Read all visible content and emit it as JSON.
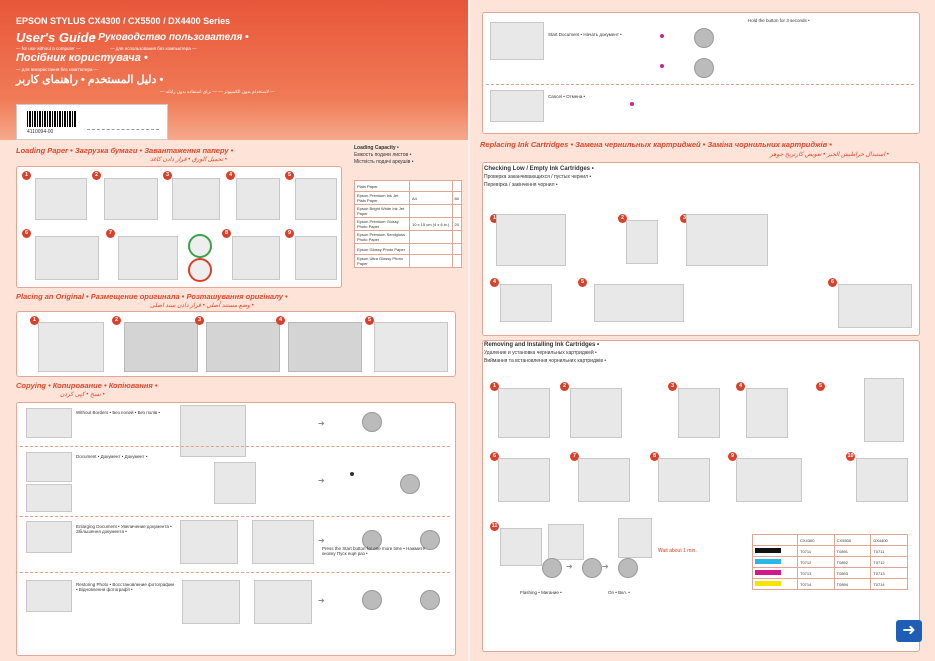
{
  "header": {
    "model": "EPSON STYLUS CX4300 / CX5500 / DX4400 Series",
    "title_en": "User's Guide",
    "title_ru": "• Руководство пользователя •",
    "title_uk": "Посібник користувача •",
    "title_ar": "دليل المستخدم • راهنمای کاربر •",
    "sub_en": "— for use without a computer —",
    "sub_ru": "— для использования без компьютера —",
    "sub_uk": "— для використання без комп'ютера —",
    "sub_ar": "— لاستخدام بدون الكمبيوتر — — برای استفاده بدون رایانه —",
    "barcode_number": "4110094-00"
  },
  "loading_paper": {
    "heading": "Loading Paper • Загрузка бумаги • Завантаження паперу •",
    "heading_ar": "تحميل الورق • قرار دادن کاغذ •",
    "steps": [
      "1",
      "2",
      "3",
      "4",
      "5",
      "6",
      "7",
      "8",
      "9"
    ],
    "capacity_title": "Loading Capacity •",
    "capacity_title_ru": "Емкость подачи листов •",
    "capacity_title_uk": "Місткість подачі аркушів •",
    "capacity_rows": [
      {
        "paper": "Plain Paper",
        "a": "",
        "b": ""
      },
      {
        "paper": "Epson Premium Ink Jet Plain Paper",
        "a": "A4",
        "b": "80"
      },
      {
        "paper": "Epson Bright White Ink Jet Paper",
        "a": "",
        "b": ""
      },
      {
        "paper": "Epson Premium Glossy Photo Paper",
        "a": "10 x 15 cm (4 x 6 in.)",
        "b": "20"
      },
      {
        "paper": "Epson Premium Semigloss Photo Paper",
        "a": "",
        "b": ""
      },
      {
        "paper": "Epson Glossy Photo Paper",
        "a": "",
        "b": ""
      },
      {
        "paper": "Epson Ultra Glossy Photo Paper",
        "a": "",
        "b": ""
      }
    ]
  },
  "placing_original": {
    "heading": "Placing an Original • Размещение оригинала • Розташування оригіналу •",
    "heading_ar": "وضع مستند أصلي • قرار دادن سند اصلی •",
    "steps": [
      "1",
      "2",
      "3",
      "4",
      "5"
    ]
  },
  "copying": {
    "heading": "Copying • Копирование • Копіювання •",
    "heading_ar": "نسخ • کپی کردن •",
    "rows": [
      {
        "text": "Without Borders • Без полей • Без полів •"
      },
      {
        "text": "Document • Документ • Документ •"
      },
      {
        "text": "Enlarging Document • Увеличение документа • Збільшення документа •"
      },
      {
        "text": "Restoring Photo • Восстановление фотографии • Відновлення фотографії •"
      }
    ],
    "footnote": "Press the Start button for one more time • Нажмите кнопку Пуск ещё раз •"
  },
  "top_right": {
    "note": "Hold the button for 3 seconds •",
    "copy_label": "Start Document • Начать документ •",
    "cancel_label": "Cancel • Отмена •"
  },
  "ink": {
    "heading": "Replacing Ink Cartridges • Замена чернильных картриджей • Заміна чорнильних картриджів •",
    "heading_ar": "استبدال خراطيش الحبر • تعويض كارتريج جوهر •",
    "checking": "Checking Low / Empty Ink Cartridges •",
    "checking_ru": "Проверка заканчивающихся / пустых чернил •",
    "checking_uk": "Перевірка / закінчення чорнил •",
    "removing": "Removing and Installing Ink Cartridges •",
    "removing_ru": "Удаление и установка чернильных картриджей •",
    "removing_uk": "Виймання та встановлення чорнильних картриджів •",
    "steps_a": [
      "1",
      "2",
      "3"
    ],
    "steps_b": [
      "4",
      "5",
      "6"
    ],
    "steps_c": [
      "1",
      "2",
      "3",
      "4",
      "5"
    ],
    "steps_d": [
      "6",
      "7",
      "8",
      "9",
      "10"
    ],
    "step_11": "11",
    "flash_label": "Flashing • Мигание •",
    "on_label": "On • Вкл. •",
    "wait_note": "Wait about 1 min.",
    "table_headers": [
      "",
      "CX4300",
      "CX5500",
      "DX4400"
    ],
    "table_rows": [
      {
        "color": "#111111",
        "codes": [
          "T0711",
          "T0891",
          "T0711"
        ]
      },
      {
        "color": "#28b7e6",
        "codes": [
          "T0712",
          "T0892",
          "T0712"
        ]
      },
      {
        "color": "#d4178a",
        "codes": [
          "T0713",
          "T0893",
          "T0713"
        ]
      },
      {
        "color": "#f5e400",
        "codes": [
          "T0714",
          "T0894",
          "T0714"
        ]
      }
    ]
  },
  "icons": {
    "next": "arrow-right-icon"
  },
  "colors": {
    "accent": "#e0462a",
    "background": "#fde3d8"
  }
}
